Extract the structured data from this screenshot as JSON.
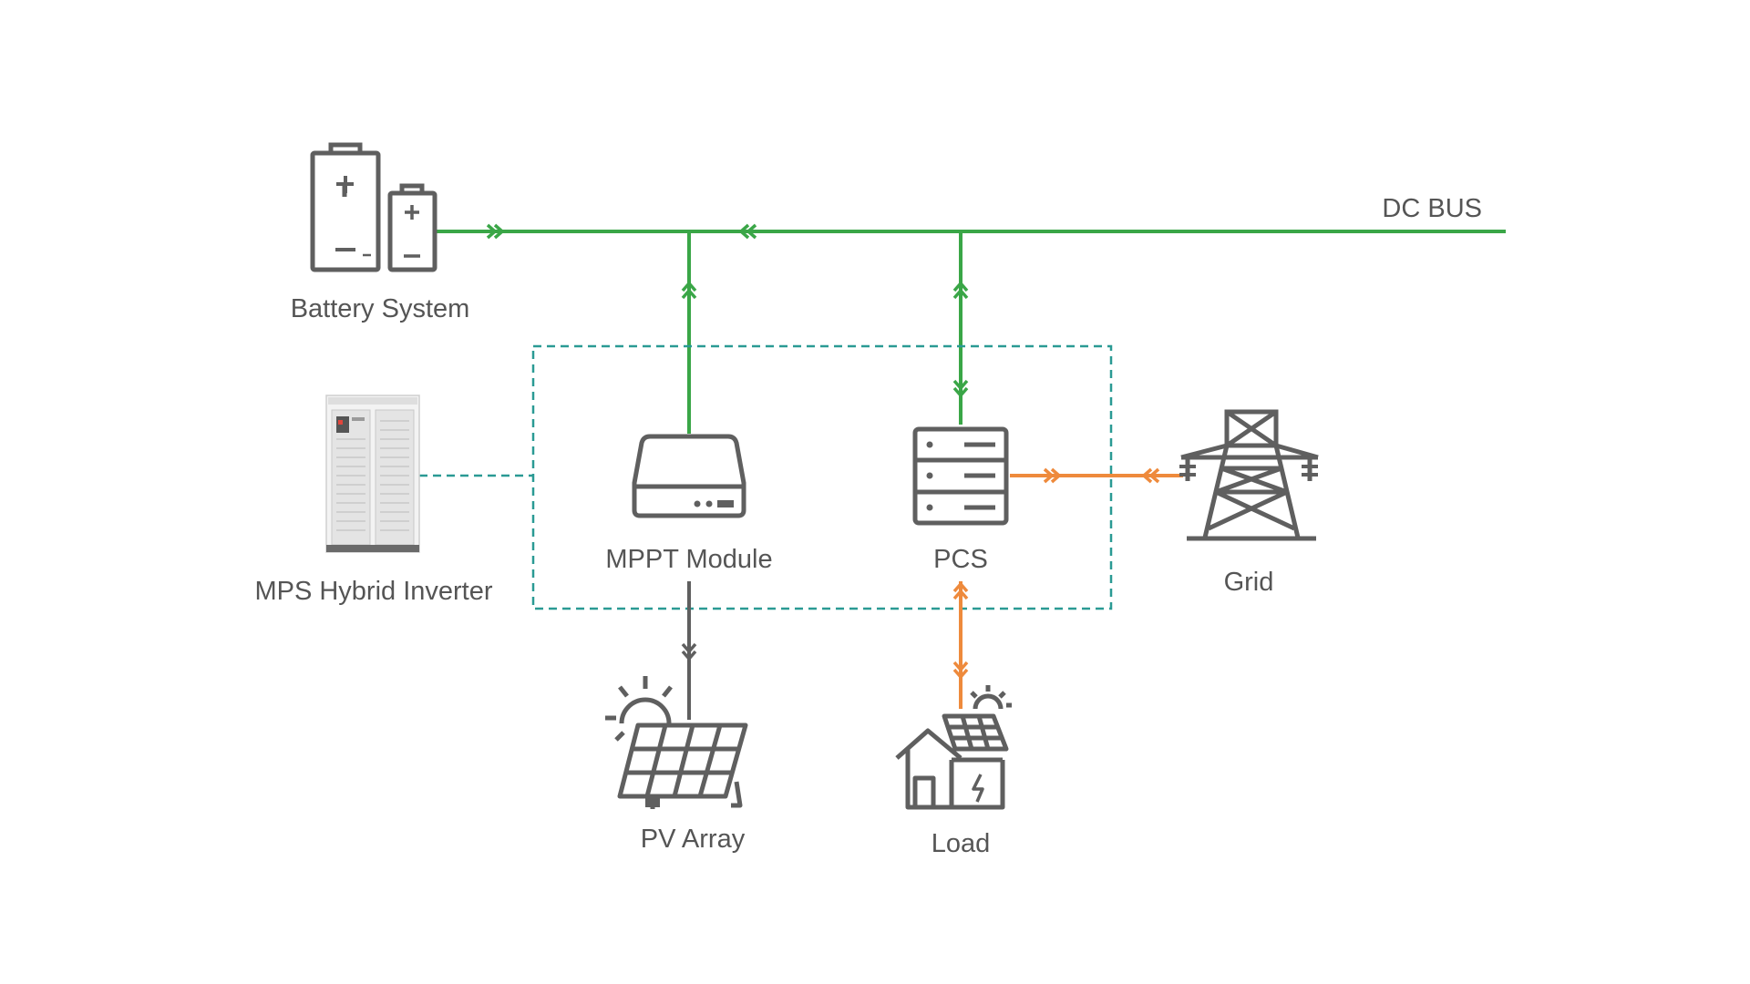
{
  "diagram": {
    "labels": {
      "dc_bus": "DC BUS",
      "battery": "Battery System",
      "inverter": "MPS Hybrid Inverter",
      "mppt": "MPPT Module",
      "pcs": "PCS",
      "grid": "Grid",
      "pv": "PV Array",
      "load": "Load"
    },
    "colors": {
      "dc_line": "#3aa647",
      "ac_line": "#ee8a3c",
      "pv_line": "#5f5f5f",
      "boundary": "#2a9a94",
      "icon": "#5f5f5f",
      "text": "#555555"
    },
    "icons": {
      "battery": "battery-icon",
      "inverter": "inverter-cabinet-icon",
      "mppt": "mppt-module-icon",
      "pcs": "server-rack-icon",
      "grid": "transmission-tower-icon",
      "pv": "solar-panel-icon",
      "load": "house-icon"
    }
  }
}
